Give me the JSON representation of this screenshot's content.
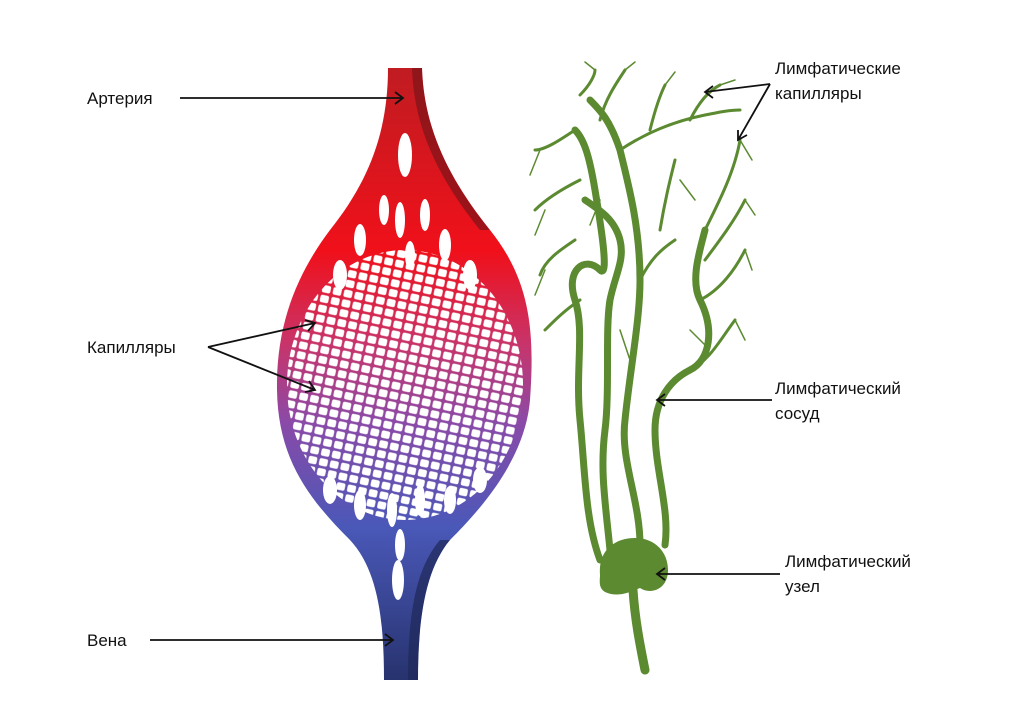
{
  "labels": {
    "artery": "Артерия",
    "capillaries": "Капилляры",
    "vein": "Вена",
    "lymph_capillaries_line1": "Лимфатические",
    "lymph_capillaries_line2": "капилляры",
    "lymph_vessel_line1": "Лимфатический",
    "lymph_vessel_line2": "сосуд",
    "lymph_node_line1": "Лимфатический",
    "lymph_node_line2": "узел"
  },
  "colors": {
    "artery_red": "#e8101a",
    "artery_dark": "#8b1a1e",
    "capillary_purple": "#8a4aa8",
    "vein_blue": "#4050b0",
    "vein_dark": "#27336e",
    "lymph_green": "#5b8a31"
  }
}
